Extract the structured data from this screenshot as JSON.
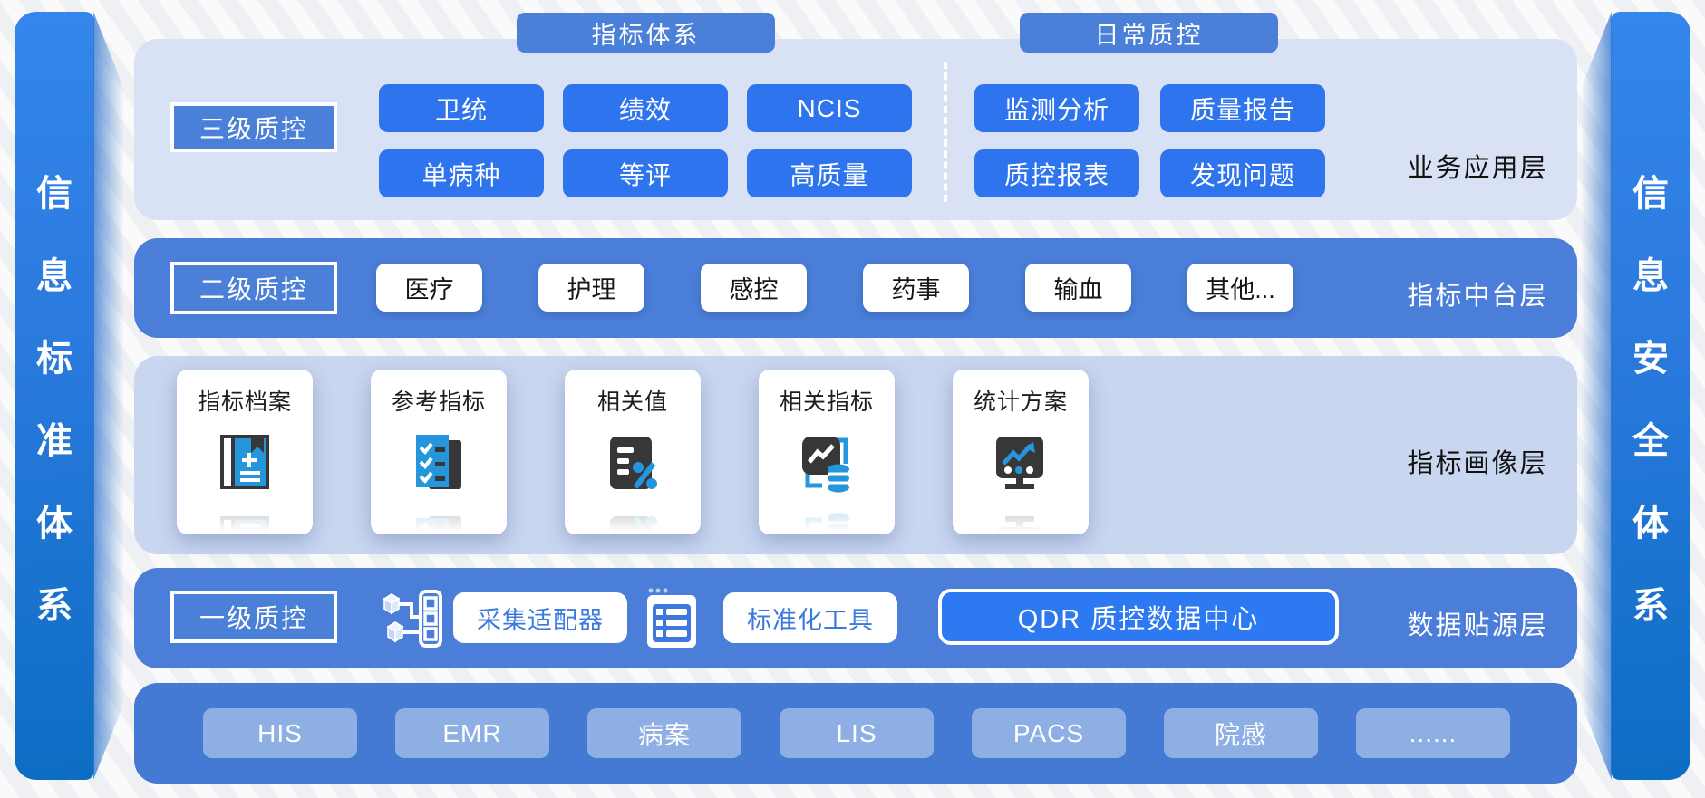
{
  "colors": {
    "accent_button": "#2e74ee",
    "banner_blue": "#4a7ed8",
    "tab_blue": "#4b80d9",
    "panel_light": "#d9e1f4",
    "panel_portrait": "#c9d6f0",
    "qdr_blue": "#2d79f2",
    "icon_blue": "#2596db",
    "icon_dark": "#373737",
    "sidebar_gradient_top": "#3486ec",
    "sidebar_gradient_bottom": "#0c6dc3"
  },
  "sidebar_left": {
    "text": "信息标准体系",
    "chars": [
      "信",
      "息",
      "标",
      "准",
      "体",
      "系"
    ]
  },
  "sidebar_right": {
    "text": "信息安全体系",
    "chars": [
      "信",
      "息",
      "安",
      "全",
      "体",
      "系"
    ]
  },
  "business_layer": {
    "label": "业务应用层",
    "tab_left": "指标体系",
    "tab_right": "日常质控",
    "qc": "三级质控",
    "indicator_buttons": [
      "卫统",
      "绩效",
      "NCIS",
      "单病种",
      "等评",
      "高质量"
    ],
    "daily_buttons": [
      "监测分析",
      "质量报告",
      "质控报表",
      "发现问题"
    ]
  },
  "middle_layer": {
    "label": "指标中台层",
    "qc": "二级质控",
    "domains": [
      "医疗",
      "护理",
      "感控",
      "药事",
      "输血",
      "其他..."
    ]
  },
  "portrait_layer": {
    "label": "指标画像层",
    "cards": [
      {
        "title": "指标档案",
        "icon": "book-archive-icon"
      },
      {
        "title": "参考指标",
        "icon": "checklist-icon"
      },
      {
        "title": "相关值",
        "icon": "percent-doc-icon"
      },
      {
        "title": "相关指标",
        "icon": "chart-database-icon"
      },
      {
        "title": "统计方案",
        "icon": "stats-monitor-icon"
      }
    ]
  },
  "source_layer": {
    "label": "数据贴源层",
    "qc": "一级质控",
    "adapter": "采集适配器",
    "standardize": "标准化工具",
    "qdr": "QDR 质控数据中心"
  },
  "systems_layer": {
    "systems": [
      "HIS",
      "EMR",
      "病案",
      "LIS",
      "PACS",
      "院感",
      "......"
    ]
  }
}
